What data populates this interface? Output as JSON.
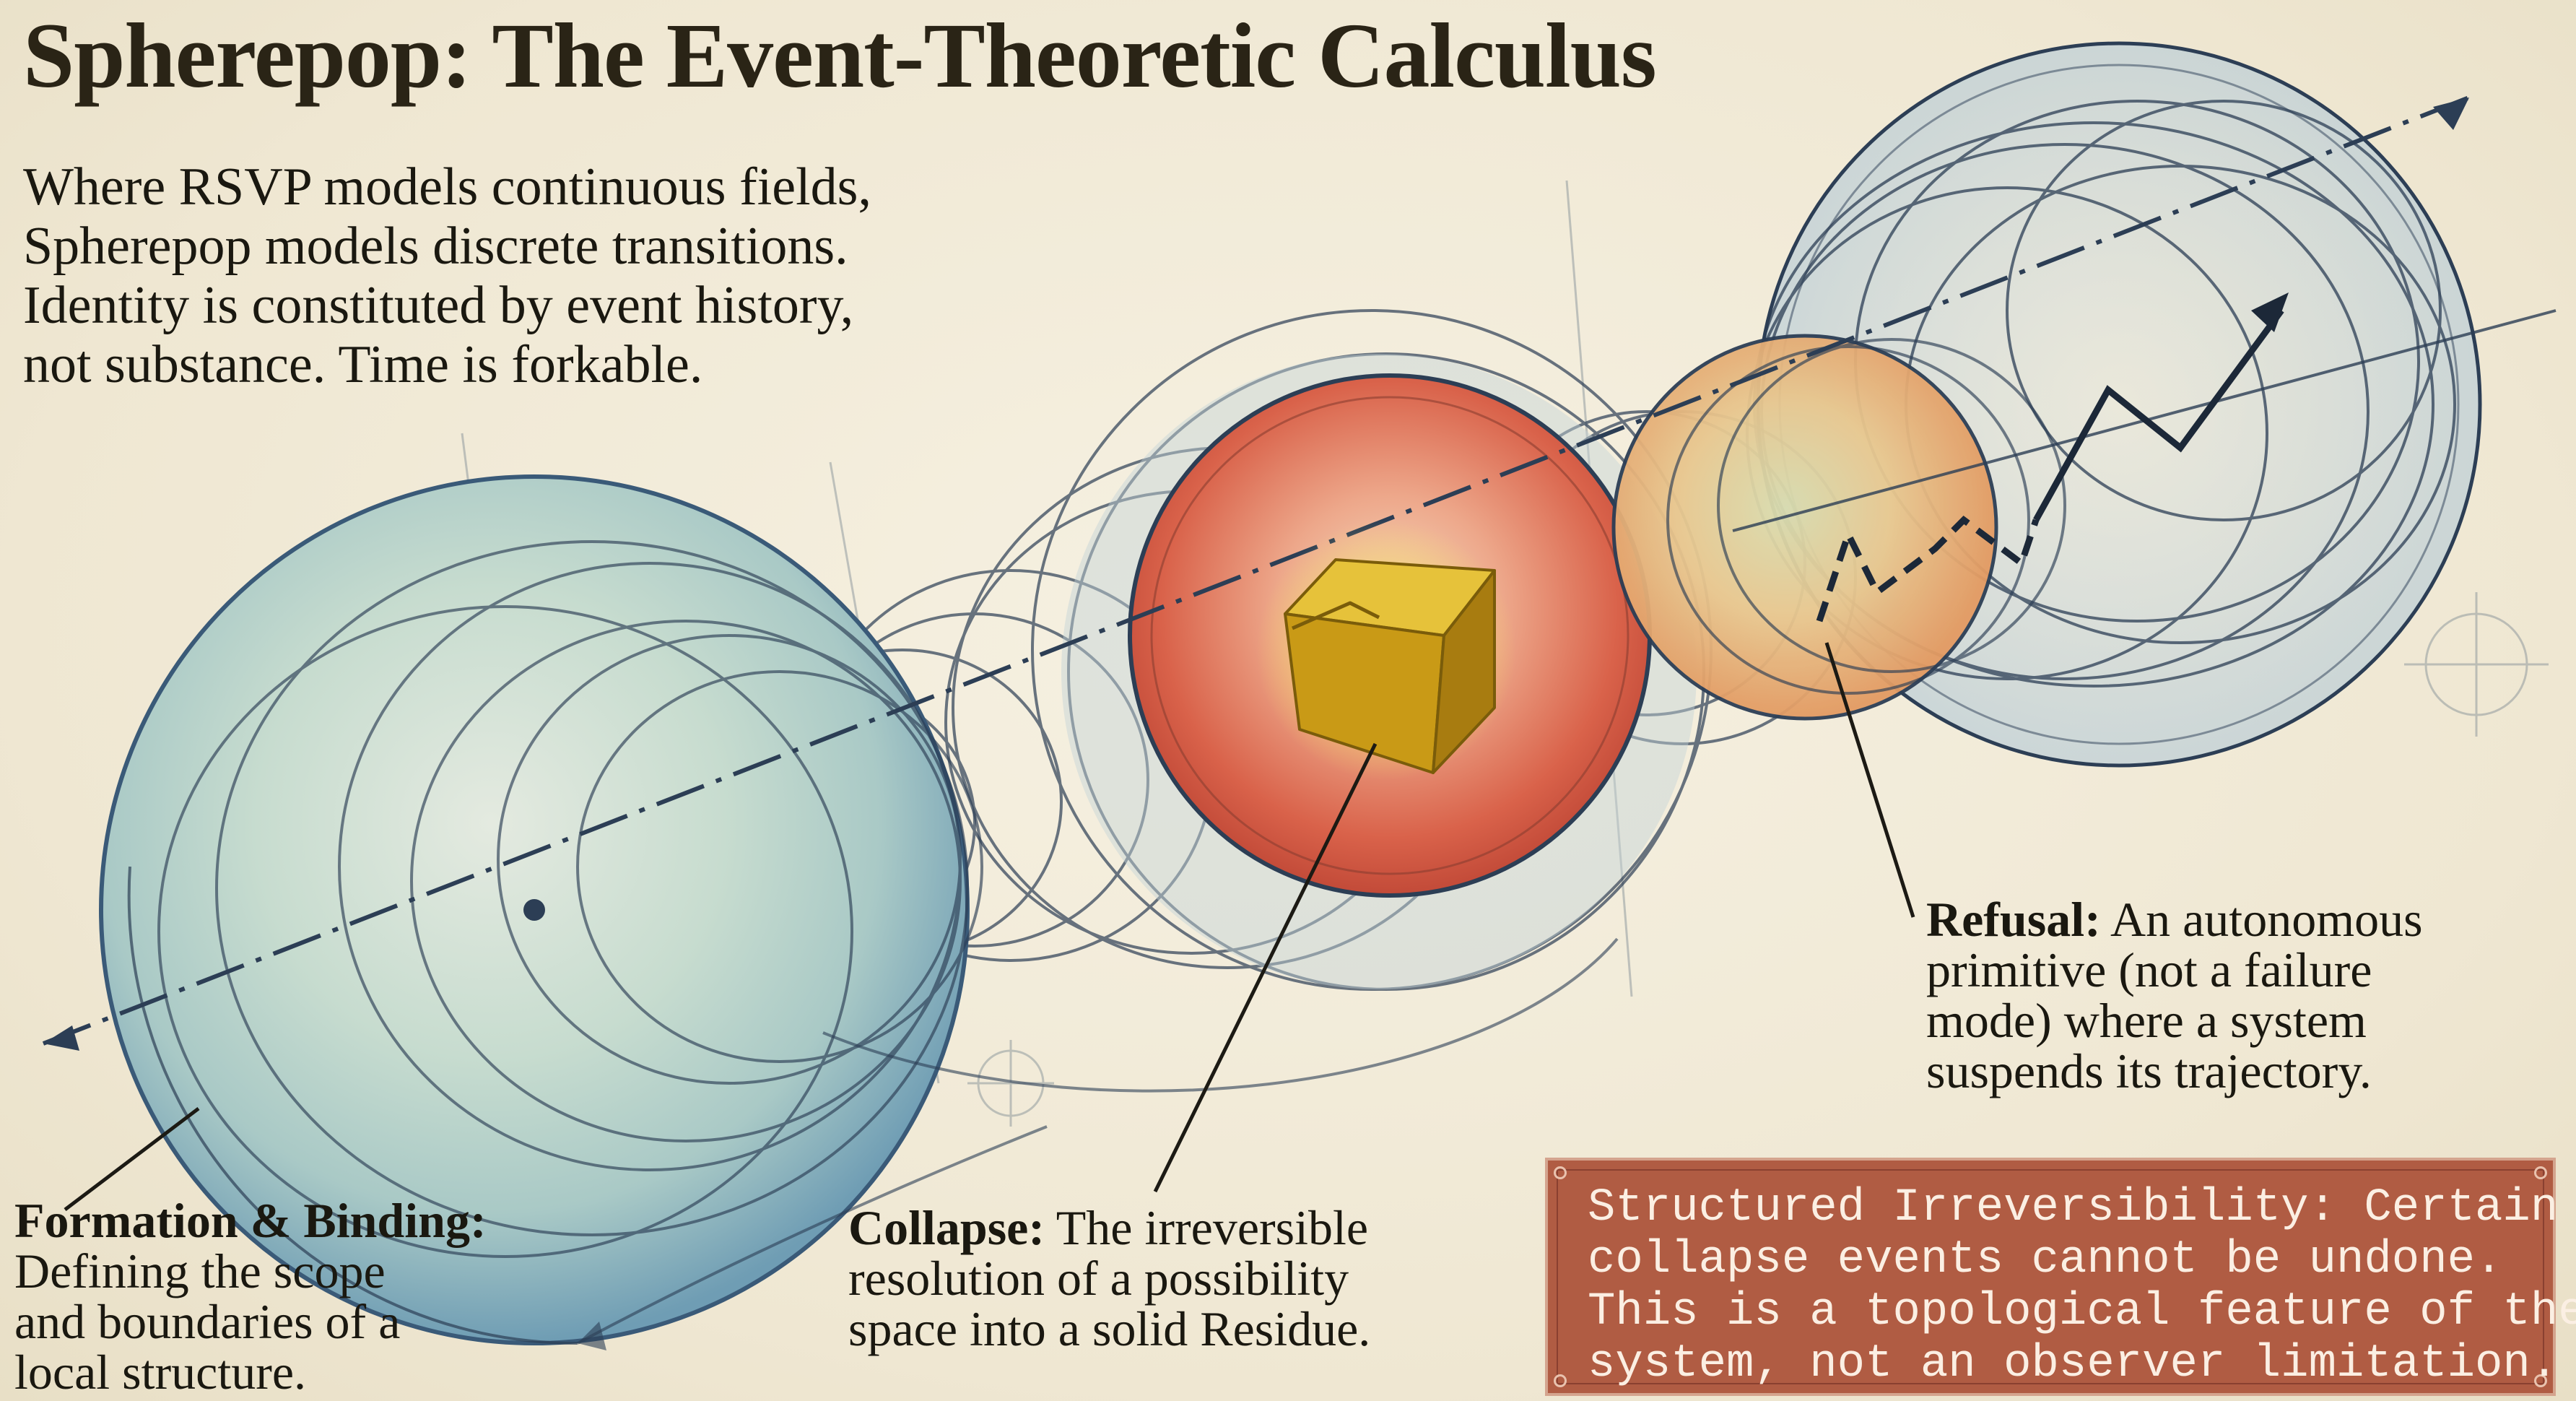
{
  "title": "Spherepop: The Event-Theoretic Calculus",
  "intro_lines": [
    "Where RSVP models continuous fields,",
    "Spherepop models discrete transitions.",
    "Identity is constituted by event history,",
    "not substance. Time is forkable."
  ],
  "callouts": {
    "formation": {
      "heading": "Formation & Binding:",
      "lines": [
        "Defining the scope",
        "and boundaries of a",
        "local structure."
      ]
    },
    "collapse": {
      "heading": "Collapse:",
      "first_line_rest": " The irreversible",
      "lines": [
        "resolution of a possibility",
        "space into a solid Residue."
      ]
    },
    "refusal": {
      "heading": "Refusal:",
      "first_line_rest": " An autonomous",
      "lines": [
        "primitive (not a failure",
        "mode) where a system",
        "suspends its trajectory."
      ]
    }
  },
  "note": {
    "lines": [
      "Structured Irreversibility: Certain",
      "collapse events cannot be undone.",
      "This is a topological feature of the",
      "system, not an observer limitation."
    ]
  },
  "colors": {
    "background": "#f2ecda",
    "ink": "#2c3e55",
    "formation_sphere": "#8fb8c9",
    "collapse_sphere": "#d9624a",
    "residue_cube": "#d4ab1e",
    "refusal_sphere": "#e8b070",
    "note_box": "#b05c43"
  }
}
